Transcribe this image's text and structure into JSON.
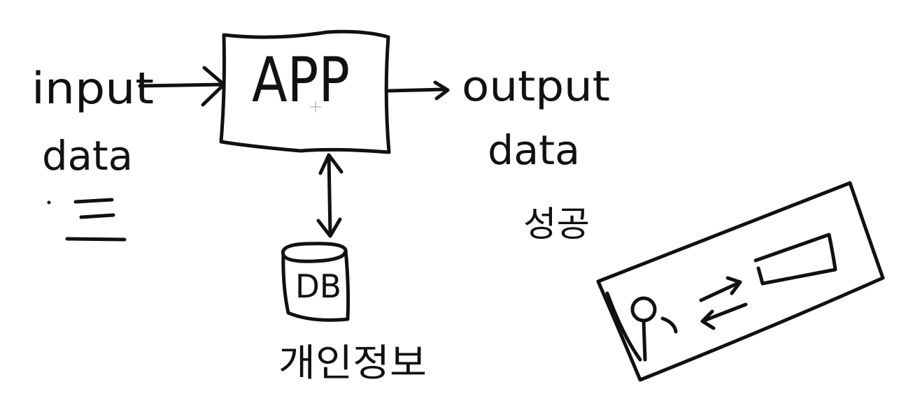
{
  "diagram": {
    "app_label": "APP",
    "input_label": "input",
    "input_data_label": "data",
    "output_label": "output",
    "output_data_label": "data",
    "success_label": "성공",
    "db_label": "DB",
    "db_caption": "개인정보"
  },
  "ink_color": "#111111",
  "background_color": "#ffffff"
}
